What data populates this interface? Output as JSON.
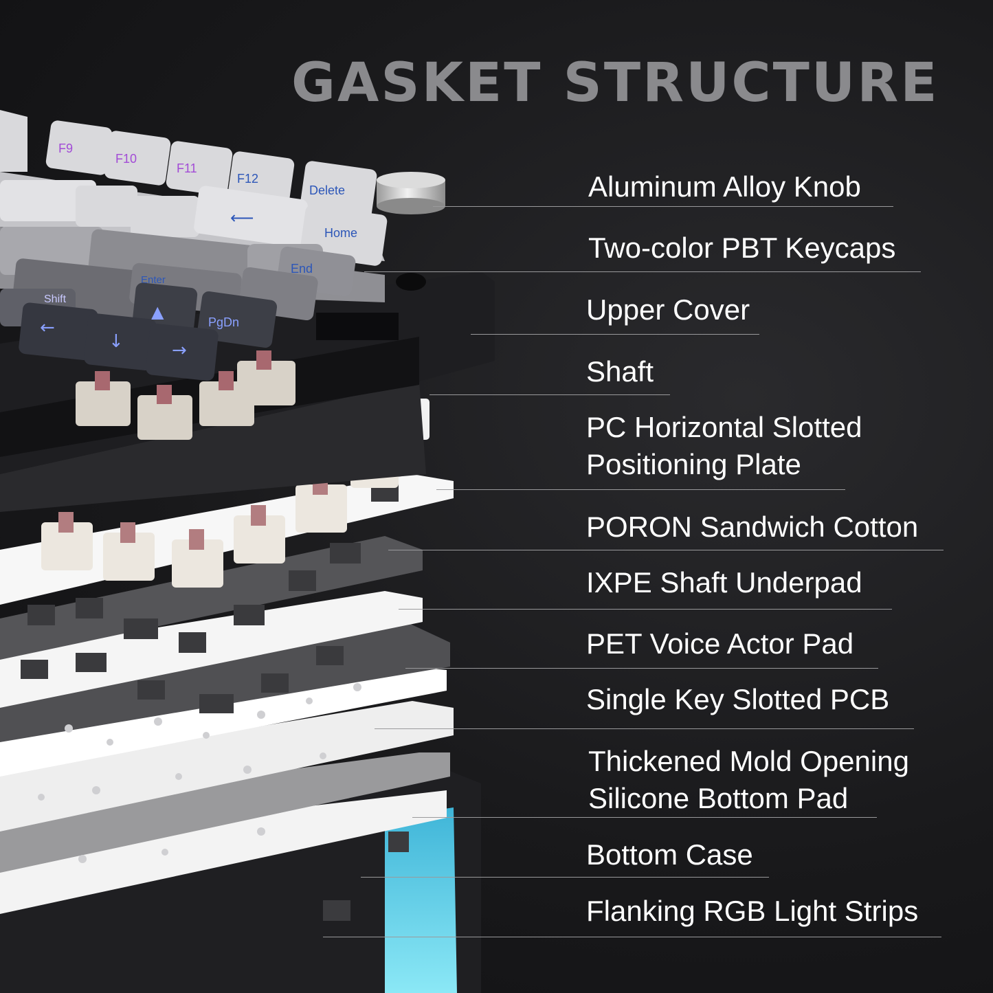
{
  "title": "GASKET STRUCTURE",
  "colors": {
    "background": "#141416",
    "title": "#8a8a8d",
    "label_text": "#ffffff",
    "leader_line": "#9a9a9c",
    "light_keycap": "#d9d9dc",
    "mid_keycap": "#7d7d82",
    "dark_keycap": "#3d3f47",
    "legend_purple": "#a24bd6",
    "legend_blue": "#2c56b8",
    "switch_stem": "#b27d80",
    "rgb_strip": "#5fd6ee"
  },
  "keycaps": [
    "F9",
    "F10",
    "F11",
    "F12",
    "Delete",
    "Home",
    "End",
    "PgDn",
    "Shift",
    "Enter"
  ],
  "arrow_keys": [
    "arrow-left-icon",
    "arrow-down-icon",
    "arrow-right-icon",
    "arrow-up-icon"
  ],
  "layers": [
    {
      "lines": [
        "Aluminum Alloy Knob"
      ]
    },
    {
      "lines": [
        "Two-color PBT Keycaps"
      ]
    },
    {
      "lines": [
        "Upper Cover"
      ]
    },
    {
      "lines": [
        "Shaft"
      ]
    },
    {
      "lines": [
        "PC Horizontal Slotted",
        "Positioning Plate"
      ]
    },
    {
      "lines": [
        "PORON Sandwich Cotton"
      ]
    },
    {
      "lines": [
        "IXPE Shaft Underpad"
      ]
    },
    {
      "lines": [
        "PET Voice Actor Pad"
      ]
    },
    {
      "lines": [
        "Single Key Slotted PCB"
      ]
    },
    {
      "lines": [
        "Thickened Mold Opening",
        "Silicone Bottom Pad"
      ]
    },
    {
      "lines": [
        "Bottom Case"
      ]
    },
    {
      "lines": [
        "Flanking RGB Light Strips"
      ]
    }
  ]
}
